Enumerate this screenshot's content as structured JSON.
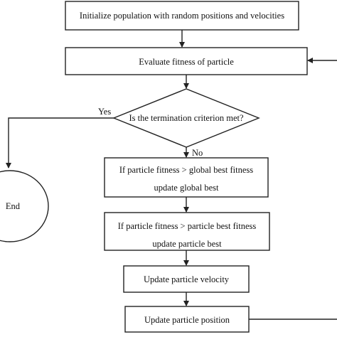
{
  "diagram": {
    "nodes": {
      "init": {
        "text": "Initialize population with random positions and velocities"
      },
      "evaluate": {
        "text": "Evaluate fitness of particle"
      },
      "decision": {
        "text": "Is the termination criterion met?"
      },
      "global_best": {
        "line1": "If particle fitness > global best fitness",
        "line2": "update global best"
      },
      "particle_best": {
        "line1": "If particle fitness > particle best fitness",
        "line2": "update particle best"
      },
      "velocity": {
        "text": "Update particle velocity"
      },
      "position": {
        "text": "Update particle position"
      },
      "end": {
        "text": "End"
      }
    },
    "edge_labels": {
      "yes": "Yes",
      "no": "No"
    },
    "colors": {
      "stroke": "#222222",
      "fill": "#ffffff",
      "text": "#111111"
    }
  }
}
